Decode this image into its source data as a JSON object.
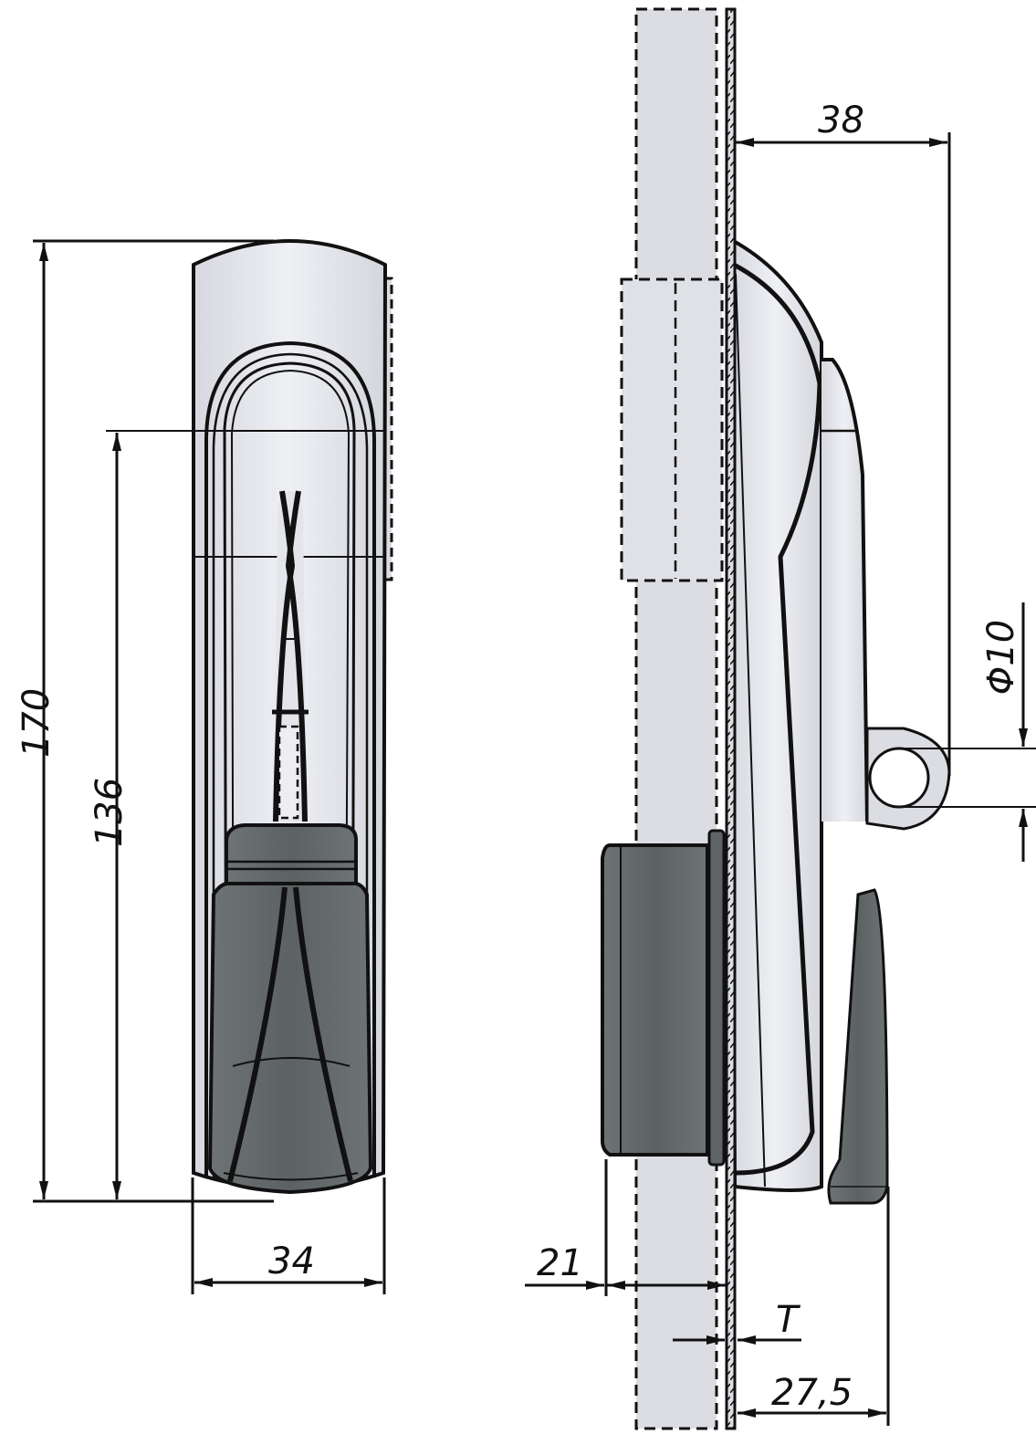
{
  "drawing": {
    "type": "technical-dimension-drawing",
    "subject": "swing handle lock with padlock eye — front and side view",
    "colors": {
      "line": "#111111",
      "body_light": "#dfe0e6",
      "body_highlight": "#eef0f4",
      "handle_dark": "#5f6566",
      "panel_fill": "#dcdde3"
    }
  },
  "front_view": {
    "dimensions": {
      "overall_height": "170",
      "handle_height": "136",
      "width": "34"
    }
  },
  "side_view": {
    "dimensions": {
      "projection": "38",
      "padlock_hole": "Φ10",
      "cutout_depth": "21",
      "panel_thickness": "T",
      "handle_depth": "27,5"
    }
  }
}
